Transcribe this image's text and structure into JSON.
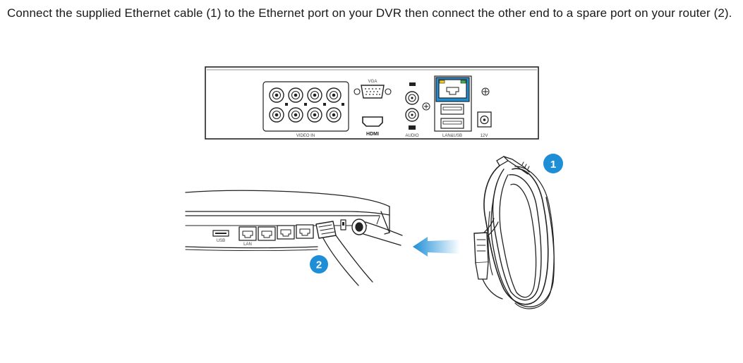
{
  "instruction": "Connect the supplied Ethernet cable (1) to the Ethernet port on your DVR then connect the other end to a spare port on your router (2).",
  "dvr_labels": {
    "vga": "VGA",
    "video_in": "VIDEO IN",
    "hdmi": "HDMI",
    "audio": "AUDIO",
    "lan_usb": "LAN&USB",
    "power": "12V"
  },
  "router_labels": {
    "usb": "USB",
    "port": "LAN"
  },
  "callouts": {
    "cable": "1",
    "router": "2"
  },
  "colors": {
    "highlight": "#1e8fd6",
    "badge": "#1e8fd6",
    "arrow": "#1e8fd6",
    "led_yellow": "#f2d21b",
    "led_green": "#3cb44b",
    "line": "#222222"
  }
}
